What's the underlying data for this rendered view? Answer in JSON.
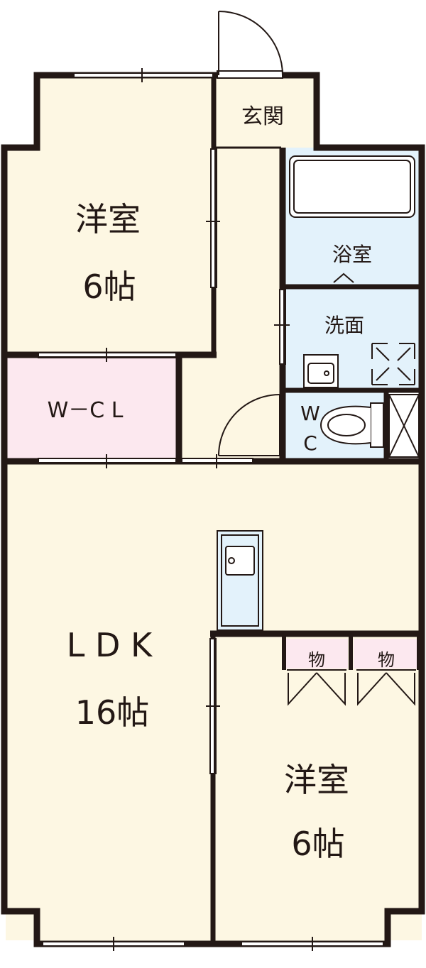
{
  "plan": {
    "colors": {
      "room": "#fdf7e3",
      "wet": "#e3f2fb",
      "closet": "#fce8ef",
      "wall": "#231815",
      "line": "#231815"
    },
    "rooms": {
      "bedroom_north": {
        "name": "洋室",
        "size": "6帖"
      },
      "entrance": {
        "name": "玄関"
      },
      "bathroom": {
        "name": "浴室"
      },
      "washroom": {
        "name": "洗面"
      },
      "walk_in_closet": {
        "name": "W－C L"
      },
      "toilet": {
        "name_line1": "W",
        "name_line2": "C"
      },
      "ldk": {
        "name": "L D K",
        "size": "16帖"
      },
      "bedroom_south": {
        "name": "洋室",
        "size": "6帖"
      },
      "storage_left": {
        "name": "物"
      },
      "storage_right": {
        "name": "物"
      }
    }
  }
}
